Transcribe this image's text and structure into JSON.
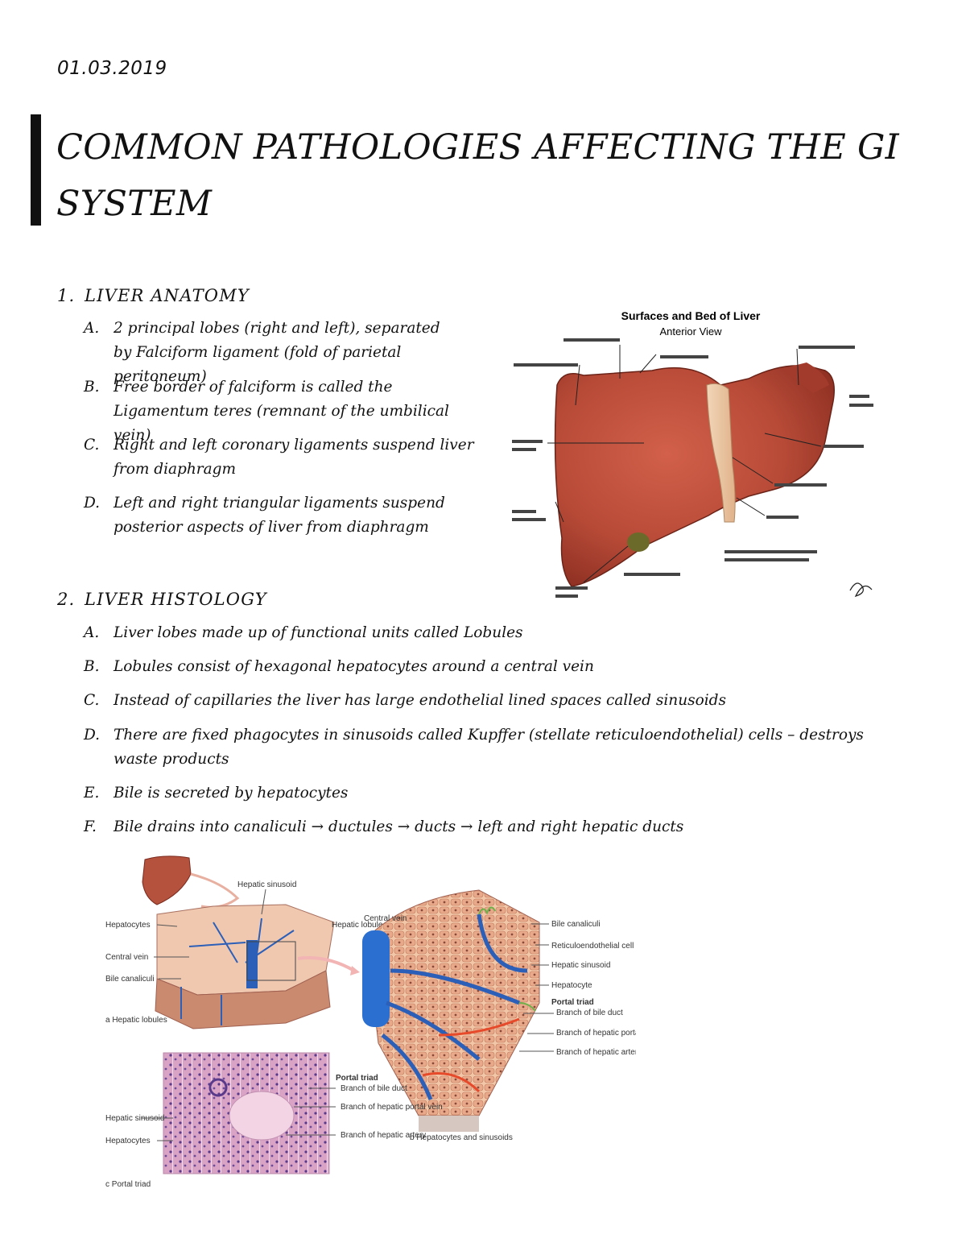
{
  "date": "01.03.2019",
  "title": "COMMON PATHOLOGIES AFFECTING THE GI SYSTEM",
  "sections": [
    {
      "number": "1.",
      "heading": "LIVER ANATOMY",
      "items": [
        {
          "letter": "A.",
          "text": "2 principal lobes (right and left), separated by Falciform ligament (fold of parietal peritoneum)"
        },
        {
          "letter": "B.",
          "text": "Free border of falciform is called the Ligamentum teres (remnant of the umbilical vein)"
        },
        {
          "letter": "C.",
          "text": "Right and left coronary ligaments suspend liver from diaphragm"
        },
        {
          "letter": "D.",
          "text": "Left and right triangular ligaments suspend posterior aspects of liver from diaphragm"
        }
      ]
    },
    {
      "number": "2.",
      "heading": "LIVER HISTOLOGY",
      "items": [
        {
          "letter": "A.",
          "text": "Liver lobes made up of functional units called Lobules"
        },
        {
          "letter": "B.",
          "text": "Lobules consist of hexagonal hepatocytes around a central vein"
        },
        {
          "letter": "C.",
          "text": "Instead of capillaries the liver has large endothelial lined spaces called sinusoids"
        },
        {
          "letter": "D.",
          "text": "There are fixed phagocytes in sinusoids called Kupffer (stellate reticuloendothelial) cells – destroys waste products"
        },
        {
          "letter": "E.",
          "text": "Bile is secreted by hepatocytes"
        },
        {
          "letter": "F.",
          "text": "Bile drains into canaliculi → ductules → ducts → left and right hepatic ducts"
        }
      ]
    }
  ],
  "figure_liver": {
    "title": "Surfaces and Bed of Liver",
    "subtitle": "Anterior View"
  },
  "figure_histology": {
    "panel_a": {
      "caption": "a Hepatic lobules",
      "labels": [
        "Hepatic sinusoid",
        "Hepatocytes",
        "Hepatic lobule",
        "Central vein",
        "Bile canaliculi"
      ]
    },
    "panel_b": {
      "caption": "b Hepatocytes and sinusoids",
      "labels": [
        "Central vein",
        "Bile canaliculi",
        "Reticuloendothelial cell",
        "Hepatic sinusoid",
        "Hepatocyte"
      ],
      "portal_triad_heading": "Portal triad",
      "portal_triad_items": [
        "Branch of bile duct",
        "Branch of hepatic portal vein",
        "Branch of hepatic artery"
      ]
    },
    "panel_c": {
      "caption": "c Portal triad",
      "labels": [
        "Hepatic sinusoid",
        "Hepatocytes"
      ],
      "portal_triad_heading": "Portal triad",
      "portal_triad_items": [
        "Branch of bile duct",
        "Branch of hepatic portal vein",
        "Branch of hepatic artery"
      ]
    }
  }
}
